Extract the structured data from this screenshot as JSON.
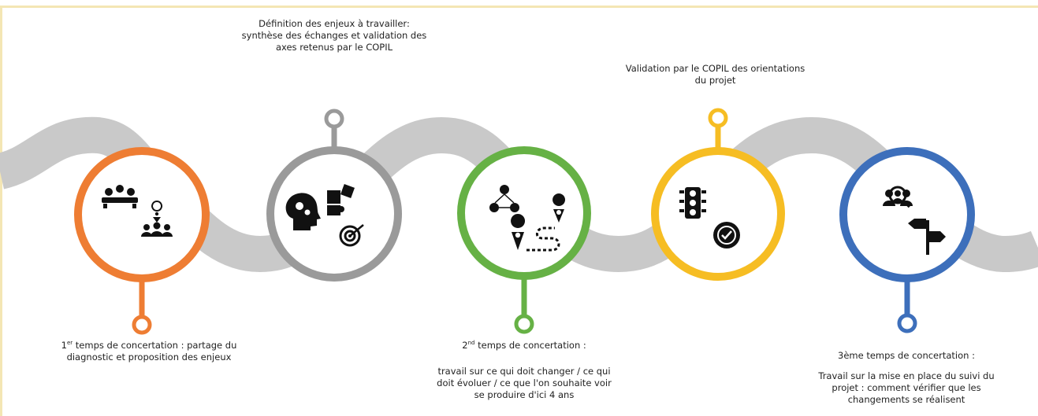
{
  "stages": [
    {
      "id": "stage-1",
      "color": "#ee7d33",
      "icons": [
        "meeting-group-icon",
        "location-team-icon"
      ],
      "ordinal": "1",
      "ordinal_sup": "er",
      "text_line1_rest": " temps de concertation : partage du",
      "text_line2": "diagnostic et proposition des enjeux"
    },
    {
      "id": "stage-2",
      "color": "#9a9a9a",
      "icons": [
        "head-gears-icon",
        "puzzle-icon",
        "target-icon"
      ],
      "text_line1": "Définition des enjeux à travailler:",
      "text_line2": "synthèse des échanges et validation des",
      "text_line3": "axes retenus par le COPIL"
    },
    {
      "id": "stage-3",
      "color": "#66b145",
      "icons": [
        "network-people-icon",
        "route-pins-icon"
      ],
      "ordinal": "2",
      "ordinal_sup": "nd",
      "heading_rest": " temps de concertation :",
      "text_line1": "travail sur ce qui doit changer / ce qui",
      "text_line2": "doit évoluer / ce que l'on souhaite voir",
      "text_line3": "se produire d'ici 4 ans"
    },
    {
      "id": "stage-4",
      "color": "#f6bd23",
      "icons": [
        "traffic-light-icon",
        "verified-badge-icon"
      ],
      "text_line1": "Validation par le COPIL des orientations",
      "text_line2": "du projet"
    },
    {
      "id": "stage-5",
      "color": "#3d6fbb",
      "icons": [
        "search-people-icon",
        "signpost-icon"
      ],
      "heading": "3ème temps de concertation :",
      "text_line1": "Travail sur la mise en place du suivi du",
      "text_line2": "projet : comment vérifier que les",
      "text_line3": "changements se réalisent"
    }
  ]
}
